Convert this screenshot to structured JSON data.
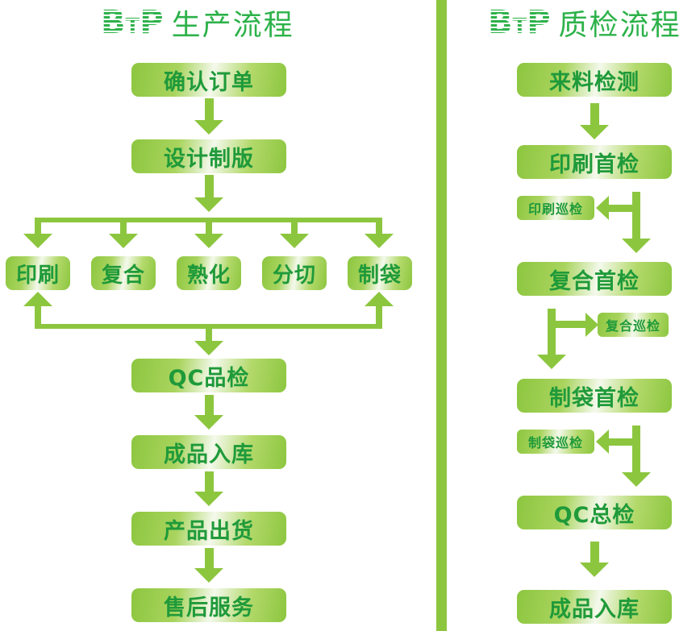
{
  "colors": {
    "accent_green": "#8cc63f",
    "text_green": "#1f9a3a",
    "title_green": "#2db24a"
  },
  "left": {
    "logo": {
      "b": "B",
      "t": "T",
      "p": "P"
    },
    "title": "生产流程",
    "steps": [
      "确认订单",
      "设计制版"
    ],
    "parallel": [
      "印刷",
      "复合",
      "熟化",
      "分切",
      "制袋"
    ],
    "after": [
      "QC品检",
      "成品入库",
      "产品出货",
      "售后服务"
    ]
  },
  "right": {
    "logo": {
      "b": "B",
      "t": "T",
      "p": "P"
    },
    "title": "质检流程",
    "steps": [
      "来料检测",
      "印刷首检",
      "复合首检",
      "制袋首检",
      "QC总检",
      "成品入库"
    ],
    "patrols": [
      "印刷巡检",
      "复合巡检",
      "制袋巡检"
    ]
  }
}
